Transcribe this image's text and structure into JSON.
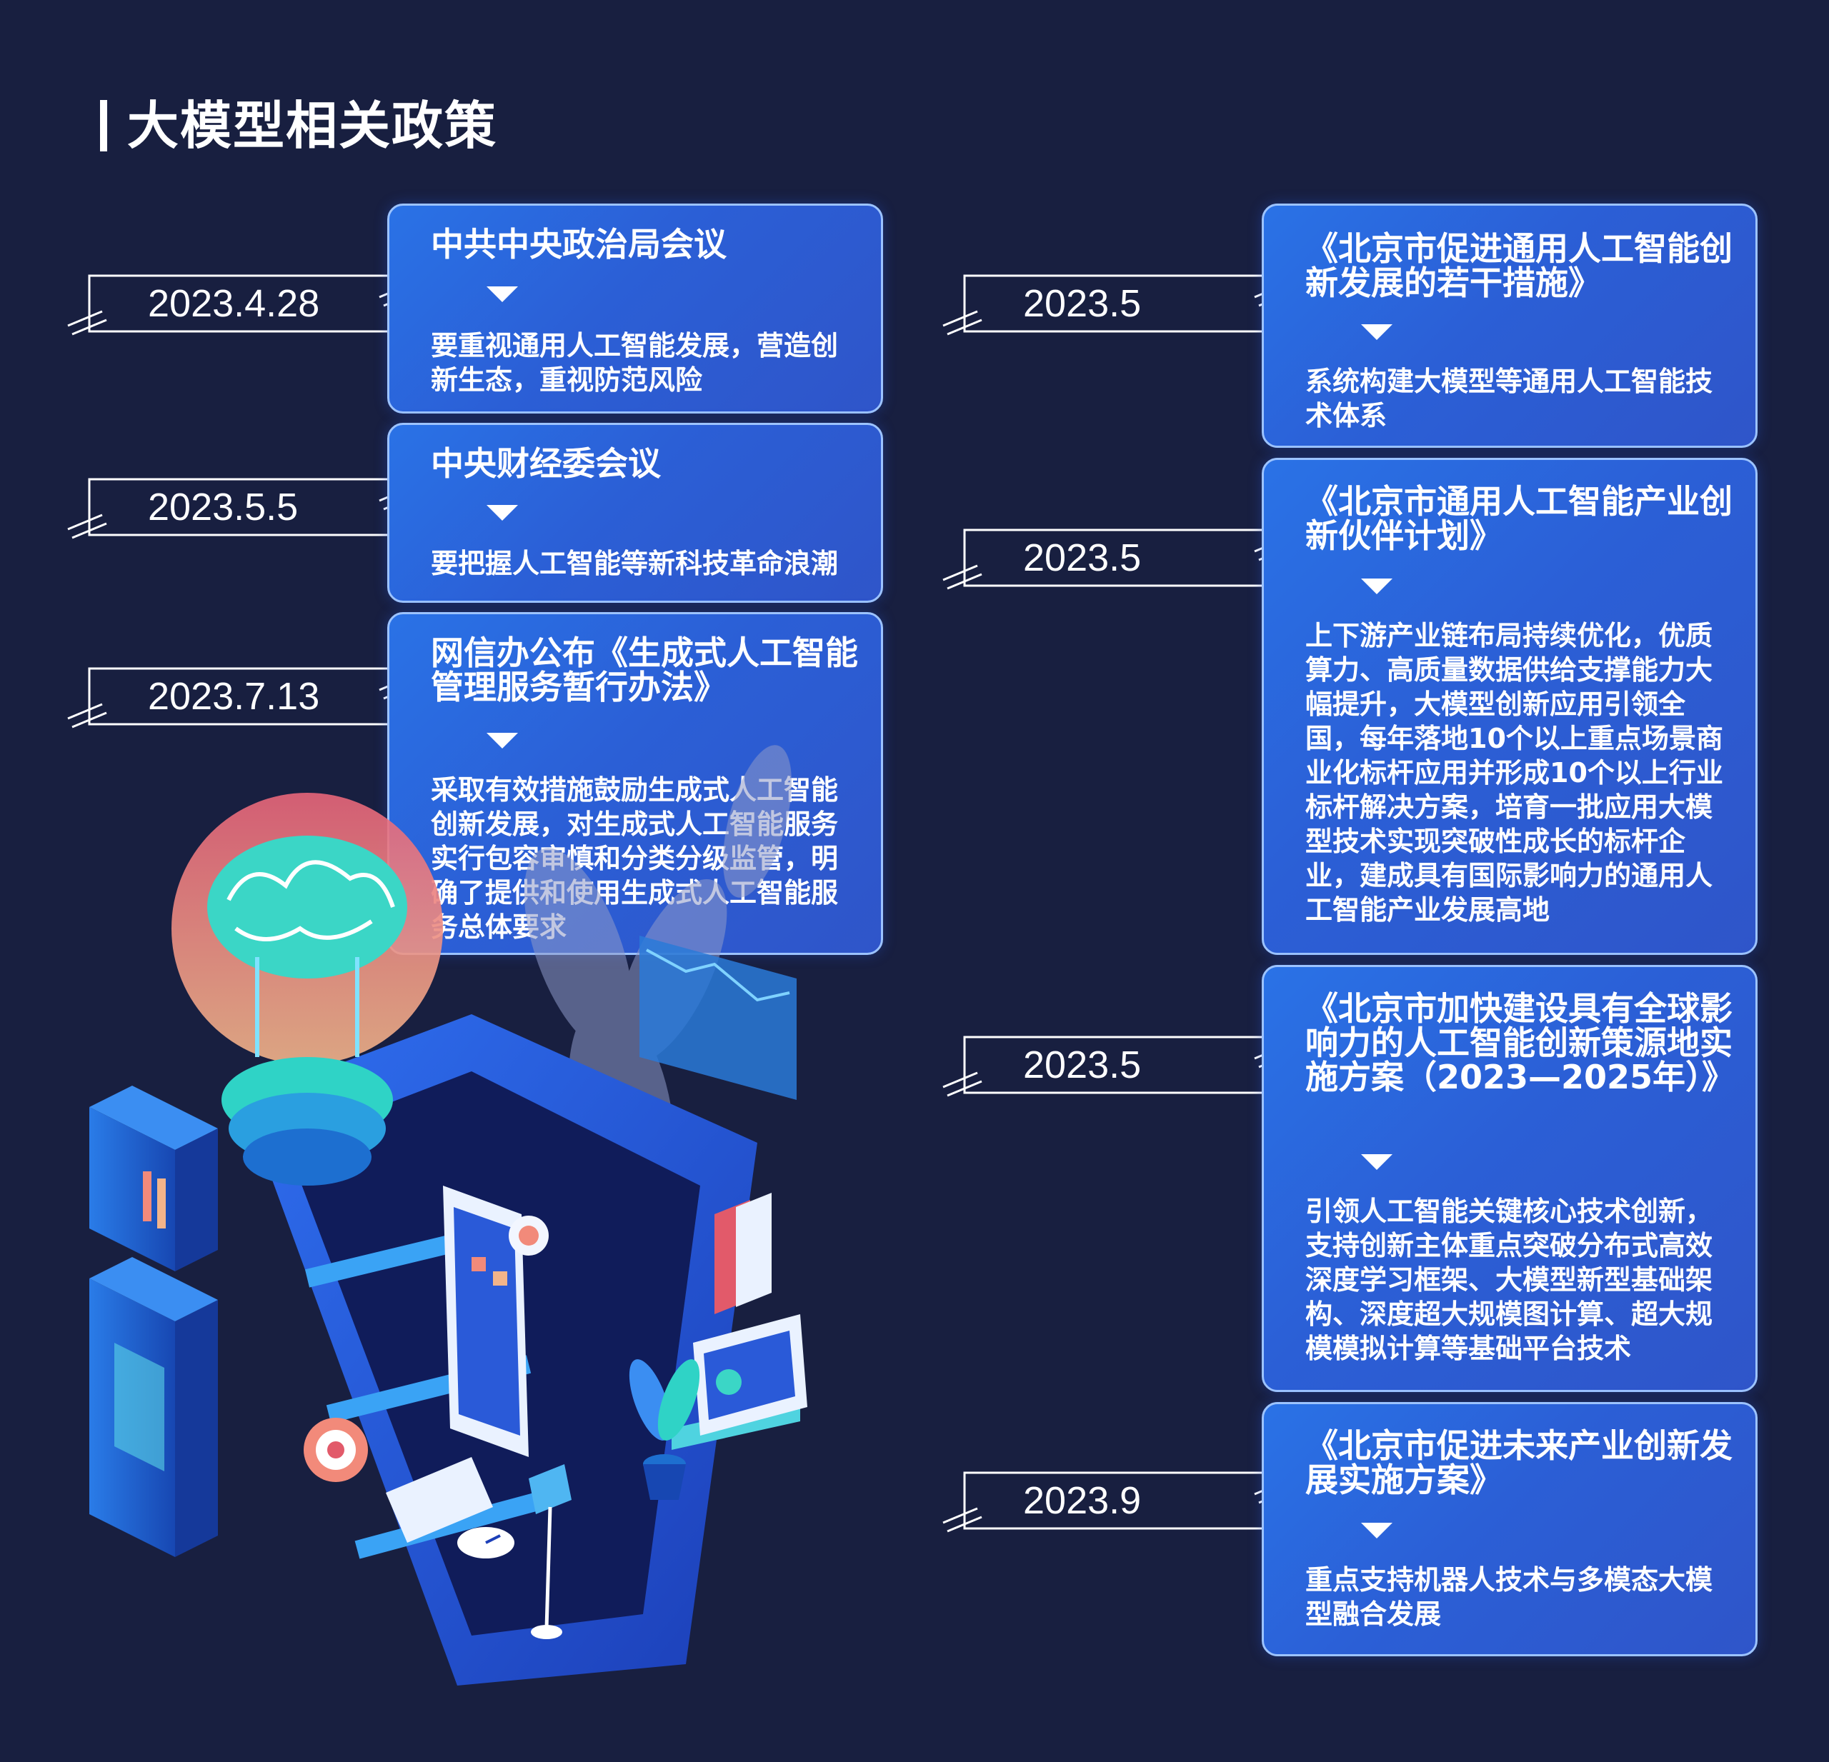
{
  "page_title": "大模型相关政策",
  "left_timeline": [
    {
      "date": "2023.4.28",
      "title": "中共中央政治局会议",
      "body": "要重视通用人工智能发展，营造创新生态，重视防范风险"
    },
    {
      "date": "2023.5.5",
      "title": "中央财经委会议",
      "body": "要把握人工智能等新科技革命浪潮"
    },
    {
      "date": "2023.7.13",
      "title": "网信办公布《生成式人工智能管理服务暂行办法》",
      "body": "采取有效措施鼓励生成式人工智能创新发展，对生成式人工智能服务实行包容审慎和分类分级监管，明确了提供和使用生成式人工智能服务总体要求"
    }
  ],
  "right_timeline": [
    {
      "date": "2023.5",
      "title": "《北京市促进通用人工智能创新发展的若干措施》",
      "body": "系统构建大模型等通用人工智能技术体系"
    },
    {
      "date": "2023.5",
      "title": "《北京市通用人工智能产业创新伙伴计划》",
      "body": "上下游产业链布局持续优化，优质算力、高质量数据供给支撑能力大幅提升，大模型创新应用引领全国，每年落地10个以上重点场景商业化标杆应用并形成10个以上行业标杆解决方案，培育一批应用大模型技术实现突破性成长的标杆企业，建成具有国际影响力的通用人工智能产业发展高地"
    },
    {
      "date": "2023.5",
      "title": "《北京市加快建设具有全球影响力的人工智能创新策源地实施方案（2023—2025年）》",
      "body": "引领人工智能关键核心技术创新，支持创新主体重点突破分布式高效深度学习框架、大模型新型基础架构、深度超大规模图计算、超大规模模拟计算等基础平台技术"
    },
    {
      "date": "2023.9",
      "title": "《北京市促进未来产业创新发展实施方案》",
      "body": "重点支持机器人技术与多模态大模型融合发展"
    }
  ],
  "illustration": {
    "icon": "isometric-ai-workspace-illustration"
  },
  "colors": {
    "background": "#181f40",
    "card_fill": "#2b62d8",
    "card_border": "#9cc3ff",
    "tag_border": "#ffffff"
  }
}
